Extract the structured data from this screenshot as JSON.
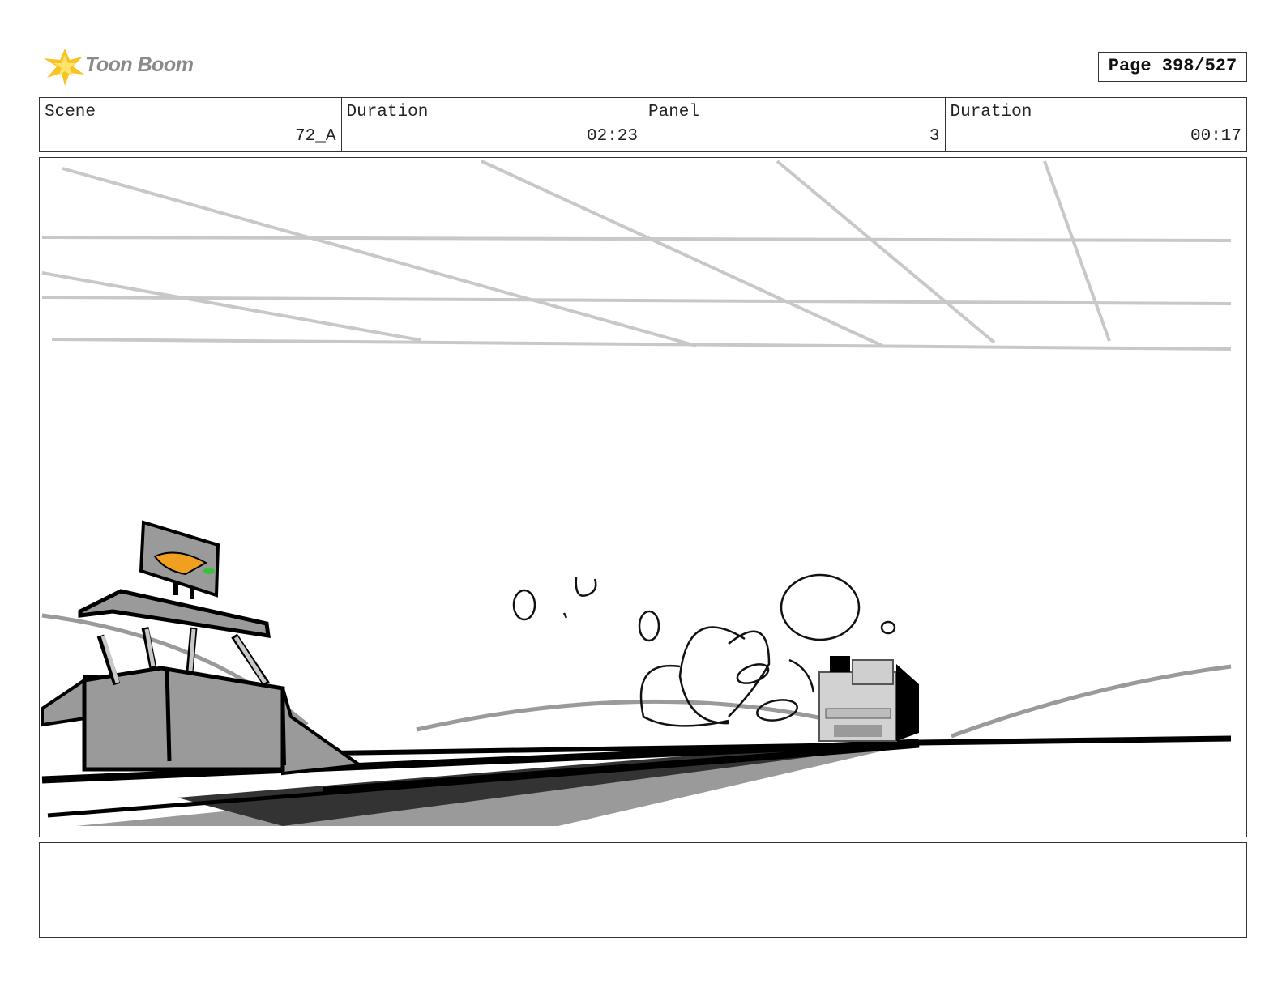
{
  "header": {
    "logo_text": "Toon Boom",
    "page_label": "Page 398/527"
  },
  "info": {
    "scene_label": "Scene",
    "scene_value": "72_A",
    "scene_duration_label": "Duration",
    "scene_duration_value": "02:23",
    "panel_label": "Panel",
    "panel_value": "3",
    "panel_duration_label": "Duration",
    "panel_duration_value": "00:17"
  },
  "colors": {
    "sky_lines": "#c8c8c8",
    "ground_gray": "#9a9a9a",
    "carrot": "#f0a020",
    "leaf": "#3cbf3c"
  }
}
